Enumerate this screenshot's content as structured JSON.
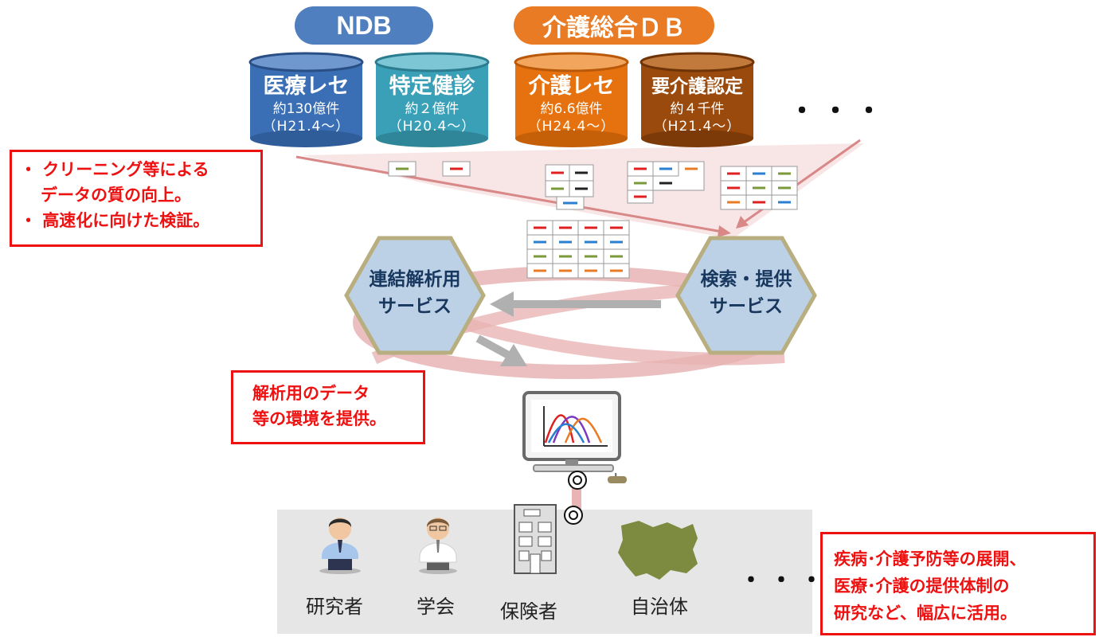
{
  "headers": {
    "ndb": "NDB",
    "care": "介護総合ＤＢ"
  },
  "databases": [
    {
      "name": "医療レセ",
      "count": "約130億件",
      "period": "（H21.4～）",
      "color": "#3a6fb5"
    },
    {
      "name": "特定健診",
      "count": "約２億件",
      "period": "（H20.4～）",
      "color": "#3aa0b8"
    },
    {
      "name": "介護レセ",
      "count": "約6.6億件",
      "period": "（H24.4～）",
      "color": "#e5720f"
    },
    {
      "name": "要介護認定",
      "count": "約４千件",
      "period": "（H21.4～）",
      "color": "#9a4a0c"
    }
  ],
  "more_dots": "・・・",
  "notes": {
    "quality": [
      "・ クリーニング等による",
      "  データの質の向上。",
      "・ 高速化に向けた検証。"
    ],
    "environment": [
      "解析用のデータ",
      "等の環境を提供。"
    ],
    "usage": [
      "疾病･介護予防等の展開、",
      "医療･介護の提供体制の",
      "研究など、幅広に活用。"
    ]
  },
  "services": {
    "analysis": [
      "連結解析用",
      "サービス"
    ],
    "search": [
      "検索・提供",
      "サービス"
    ]
  },
  "users": [
    {
      "label": "研究者",
      "icon": "researcher-icon"
    },
    {
      "label": "学会",
      "icon": "doctor-icon"
    },
    {
      "label": "保険者",
      "icon": "building-icon"
    },
    {
      "label": "自治体",
      "icon": "map-icon"
    }
  ],
  "users_more": "・・・",
  "colors": {
    "red": "#ee1111",
    "hex_fill": "#bcd0e6",
    "hex_border": "#b8ae80",
    "ring": "#e8b4b4"
  }
}
